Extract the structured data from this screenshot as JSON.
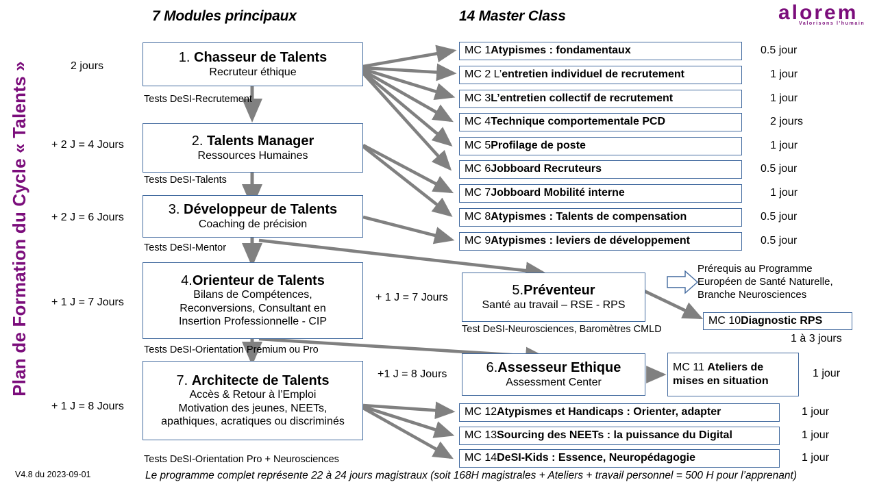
{
  "title_vertical": "Plan de Formation du Cycle « Talents »",
  "version": "V4.8 du 2023-09-01",
  "headers": {
    "left": "7 Modules principaux",
    "right": "14 Master Class"
  },
  "logo": {
    "word": "alorem",
    "tagline": "Valorisons l'humain",
    "color": "#7B0D7B"
  },
  "colors": {
    "box_border": "#41699E",
    "arrow": "#808080",
    "accent": "#7B0D7B"
  },
  "cumulative_days": [
    "2 jours",
    "+ 2 J = 4 Jours",
    "+ 2 J = 6 Jours",
    "+ 1 J = 7 Jours",
    "+ 1 J = 8 Jours"
  ],
  "modules": [
    {
      "num": "1. ",
      "title": "Chasseur de Talents",
      "sub": "Recruteur éthique"
    },
    {
      "num": "2. ",
      "title": "Talents Manager",
      "sub": "Ressources Humaines"
    },
    {
      "num": "3. ",
      "title": "Développeur de Talents",
      "sub": "Coaching de précision"
    },
    {
      "num": "4.",
      "title": "Orienteur de Talents",
      "sub": "Bilans de Compétences,\nReconversions, Consultant en\nInsertion Professionnelle - CIP"
    },
    {
      "num": "5.",
      "title": "Préventeur",
      "sub": "Santé au travail – RSE - RPS"
    },
    {
      "num": "6.",
      "title": "Assesseur Ethique",
      "sub": "Assessment Center"
    },
    {
      "num": "7. ",
      "title": "Architecte de Talents",
      "sub": "Accès & Retour à l’Emploi\nMotivation des jeunes, NEETs,\napathiques, acratiques ou discriminés"
    }
  ],
  "test_labels": [
    "Tests DeSI-Recrutement",
    "Tests DeSI-Talents",
    "Tests DeSI-Mentor",
    "Tests DeSI-Orientation Premium ou Pro",
    "Tests DeSI-Orientation Pro + Neurosciences",
    "Test DeSI-Neurosciences, Baromètres CMLD"
  ],
  "middle_day_labels": [
    "+ 1 J = 7 Jours",
    "+1 J = 8 Jours"
  ],
  "master_classes": [
    {
      "code": "MC 1 ",
      "plain": "",
      "bold": "Atypismes : fondamentaux",
      "duration": "0.5 jour"
    },
    {
      "code": "MC 2 ",
      "plain": "L’",
      "bold": "entretien individuel de recrutement",
      "duration": "1 jour"
    },
    {
      "code": "MC 3 ",
      "plain": "",
      "bold": "L’entretien collectif de recrutement",
      "duration": "1 jour"
    },
    {
      "code": "MC 4 ",
      "plain": "",
      "bold": "Technique comportementale PCD",
      "duration": "2 jours"
    },
    {
      "code": "MC 5 ",
      "plain": "",
      "bold": "Profilage de poste",
      "duration": "1 jour"
    },
    {
      "code": "MC 6 ",
      "plain": "",
      "bold": "Jobboard Recruteurs",
      "duration": "0.5 jour"
    },
    {
      "code": "MC 7 ",
      "plain": "",
      "bold": "Jobboard Mobilité interne",
      "duration": "1 jour"
    },
    {
      "code": "MC 8 ",
      "plain": "",
      "bold": "Atypismes : Talents de compensation",
      "duration": "0.5 jour"
    },
    {
      "code": "MC 9 ",
      "plain": "",
      "bold": "Atypismes : leviers de développement",
      "duration": "0.5 jour"
    }
  ],
  "mc10": {
    "code": "MC 10 ",
    "bold": "Diagnostic RPS",
    "duration": "1 à 3 jours"
  },
  "mc11": {
    "code": "MC 11 ",
    "bold": "Ateliers de mises en situation",
    "duration": "1 jour"
  },
  "master_classes_bottom": [
    {
      "code": "MC 12 ",
      "bold": "Atypismes et Handicaps : Orienter, adapter",
      "duration": "1 jour"
    },
    {
      "code": "MC 13 ",
      "bold": "Sourcing des NEETs : la puissance du Digital",
      "duration": "1 jour"
    },
    {
      "code": "MC 14 ",
      "bold": "DeSI-Kids : Essence, Neuropédagogie",
      "duration": "1 jour"
    }
  ],
  "prerequisite_note": "Prérequis au Programme\nEuropéen de Santé Naturelle,\nBranche Neurosciences",
  "footer": "Le programme complet représente 22 à 24 jours magistraux (soit 168H magistrales + Ateliers + travail personnel = 500 H pour l’apprenant)"
}
